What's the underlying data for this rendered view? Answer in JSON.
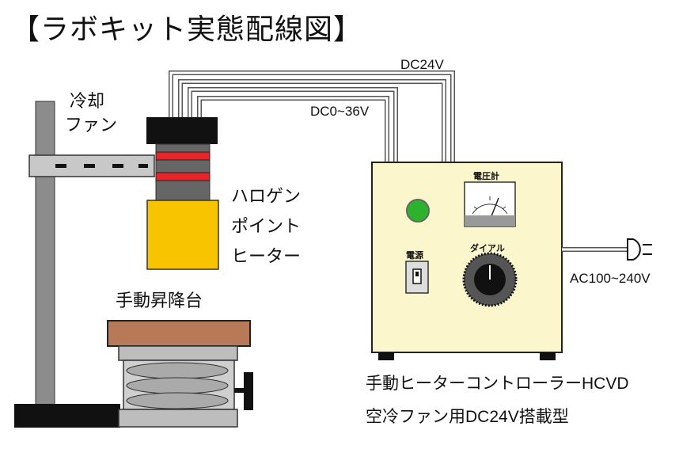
{
  "title": "【ラボキット実態配線図】",
  "labels": {
    "dc24v": "DC24V",
    "dc036v": "DC0~36V",
    "cooling_fan_line1": "冷却",
    "cooling_fan_line2": "ファン",
    "heater_line1": "ハロゲン",
    "heater_line2": "ポイント",
    "heater_line3": "ヒーター",
    "lift_table": "手動昇降台",
    "voltmeter": "電圧計",
    "power": "電源",
    "dial": "ダイアル",
    "ac_input": "AC100~240V"
  },
  "caption": {
    "line1": "手動ヒーターコントローラーHCVD",
    "line2": "空冷ファン用DC24V搭載型"
  },
  "colors": {
    "controller_body": "#fcf6cc",
    "heater_yellow": "#f8c400",
    "band_red": "#e8262a",
    "lift_top": "#b77957",
    "lamp_green": "#2db22d",
    "stand_gray": "#8c8c8c"
  }
}
